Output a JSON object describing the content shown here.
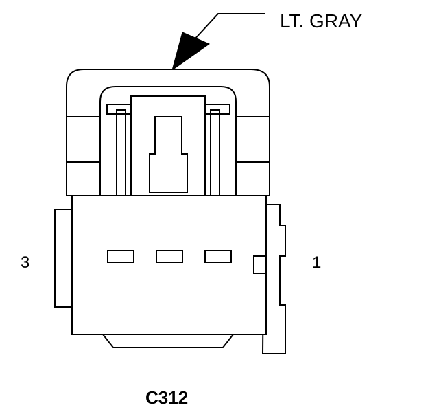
{
  "connector": {
    "id": "C312",
    "color_label": "LT. GRAY",
    "pins": {
      "left": "3",
      "right": "1"
    }
  }
}
